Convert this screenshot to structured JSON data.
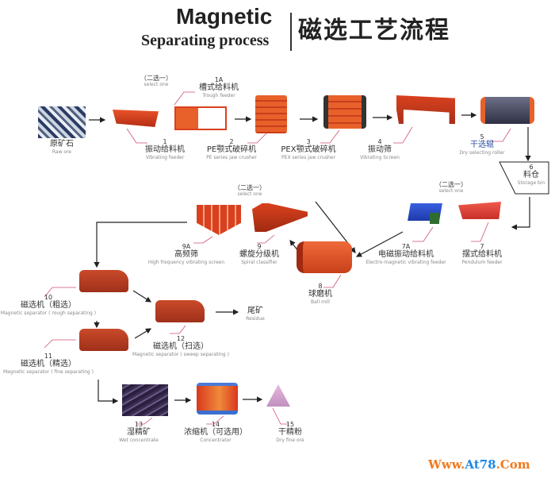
{
  "title": {
    "en_line1": "Magnetic",
    "en_line2": "Separating process",
    "zh": "磁选工艺流程"
  },
  "select_one": {
    "zh": "（二选一）",
    "en": "select one"
  },
  "nodes": {
    "raw_ore": {
      "zh": "原矿石",
      "en": "Raw ore"
    },
    "n1": {
      "num": "1",
      "zh": "振动给料机",
      "en": "Vibrating feeder"
    },
    "n1a": {
      "num": "1A",
      "zh": "槽式给料机",
      "en": "Trough feeder"
    },
    "n2": {
      "num": "2",
      "zh": "PE颚式破碎机",
      "en": "PE series jaw crusher"
    },
    "n3": {
      "num": "3",
      "zh": "PEX颚式破碎机",
      "en": "PEX series jaw crusher"
    },
    "n4": {
      "num": "4",
      "zh": "振动筛",
      "en": "Vibrating Screen"
    },
    "n5": {
      "num": "5",
      "zh": "干选辊",
      "en": "Dry selecting roller"
    },
    "n6": {
      "num": "6",
      "zh": "料仓",
      "en": "Storage bin"
    },
    "n7": {
      "num": "7",
      "zh": "摆式给料机",
      "en": "Pendulum feeder"
    },
    "n7a": {
      "num": "7A",
      "zh": "电磁振动给料机",
      "en": "Electro-magnetic vibrating feeder"
    },
    "n8": {
      "num": "8",
      "zh": "球磨机",
      "en": "Ball mill"
    },
    "n9": {
      "num": "9",
      "zh": "螺旋分级机",
      "en": "Spiral classifier"
    },
    "n9a": {
      "num": "9A",
      "zh": "高频筛",
      "en": "High frequency vibrating screen"
    },
    "n10": {
      "num": "10",
      "zh": "磁选机（粗选）",
      "en": "Magnetic separator ( rough separating )"
    },
    "n11": {
      "num": "11",
      "zh": "磁选机（精选）",
      "en": "Magnetic separator ( fine separating )"
    },
    "n12": {
      "num": "12",
      "zh": "磁选机（扫选）",
      "en": "Magnetic separator ( sweep separating )"
    },
    "tailings": {
      "zh": "尾矿",
      "en": "Residue"
    },
    "n13": {
      "num": "13",
      "zh": "湿精矿",
      "en": "Wet concentrate"
    },
    "n14": {
      "num": "14",
      "zh": "浓缩机（可选用）",
      "en": "Concentrator"
    },
    "n15": {
      "num": "15",
      "zh": "干精粉",
      "en": "Dry fine ore"
    }
  },
  "watermark": {
    "part1": "Www.",
    "part2": "At78",
    "part3": ".Com"
  },
  "colors": {
    "machine_red": "#d9411e",
    "machine_orange": "#e8602a",
    "accent_blue": "#2a5bd7",
    "arrow": "#222222",
    "wm_orange": "#f07a1f",
    "wm_blue": "#1e88e5"
  }
}
